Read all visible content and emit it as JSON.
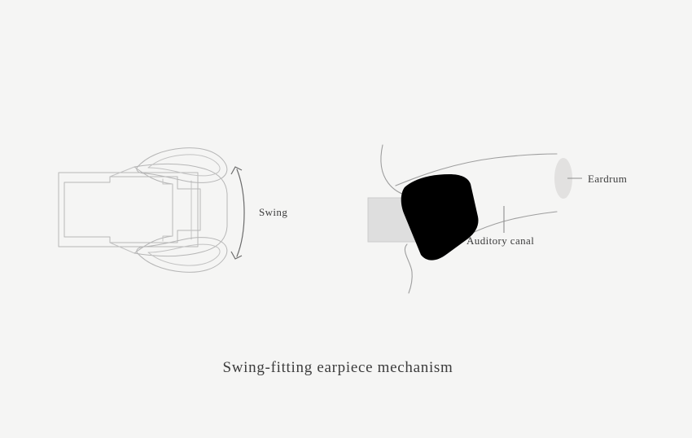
{
  "figure": {
    "caption": "Swing-fitting earpiece mechanism",
    "background_color": "#f5f5f4",
    "line_color": "#b6b6b6",
    "text_color": "#3c3c3c",
    "tip_color": "#000000",
    "stem_color": "#dedede",
    "eardrum_color": "#e2e1e0"
  },
  "left_diagram": {
    "name": "earpiece-swing-mechanism",
    "swing_label": "Swing"
  },
  "right_diagram": {
    "name": "ear-canal-cross-section",
    "eardrum_label": "Eardrum",
    "auditory_canal_label": "Auditory canal"
  }
}
